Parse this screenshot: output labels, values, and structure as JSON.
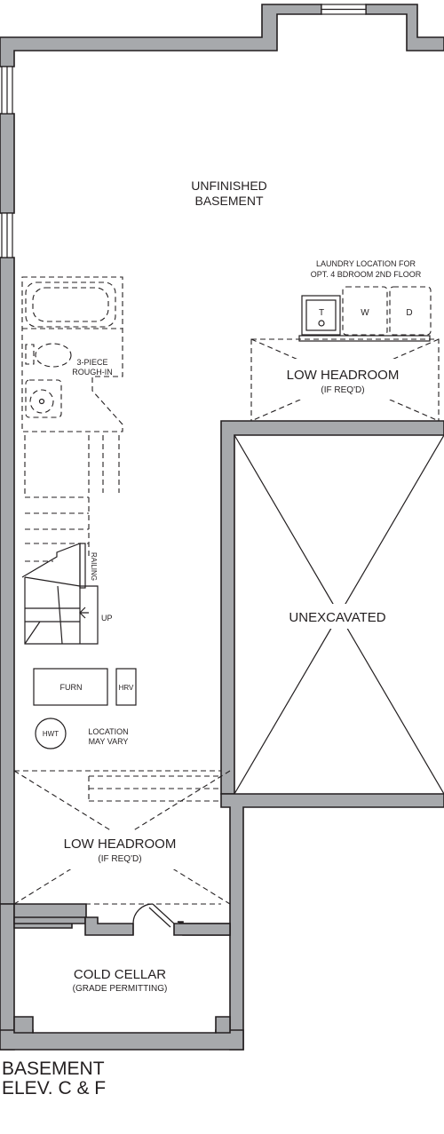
{
  "rooms": {
    "unfinished_basement": [
      "UNFINISHED",
      "BASEMENT"
    ],
    "laundry_note": [
      "LAUNDRY LOCATION FOR",
      "OPT. 4 BDROOM 2ND FLOOR"
    ],
    "low_headroom_top": {
      "title": "LOW HEADROOM",
      "note": "(IF REQ'D)"
    },
    "unexcavated": "UNEXCAVATED",
    "low_headroom_bottom": {
      "title": "LOW HEADROOM",
      "note": "(IF REQ'D)"
    },
    "cold_cellar": {
      "title": "COLD CELLAR",
      "note": "(GRADE PERMITTING)"
    }
  },
  "fixtures": {
    "rough_in": [
      "3-PIECE",
      "ROUGH-IN"
    ],
    "laundry_tub": "T",
    "washer": "W",
    "dryer": "D",
    "furnace": "FURN",
    "hrv": "HRV",
    "hot_water_tank": "HWT",
    "location_note": [
      "LOCATION",
      "MAY VARY"
    ],
    "railing": "RAILING",
    "stair_direction": "UP"
  },
  "caption": {
    "line1": "BASEMENT",
    "line2": "ELEV. C & F"
  }
}
